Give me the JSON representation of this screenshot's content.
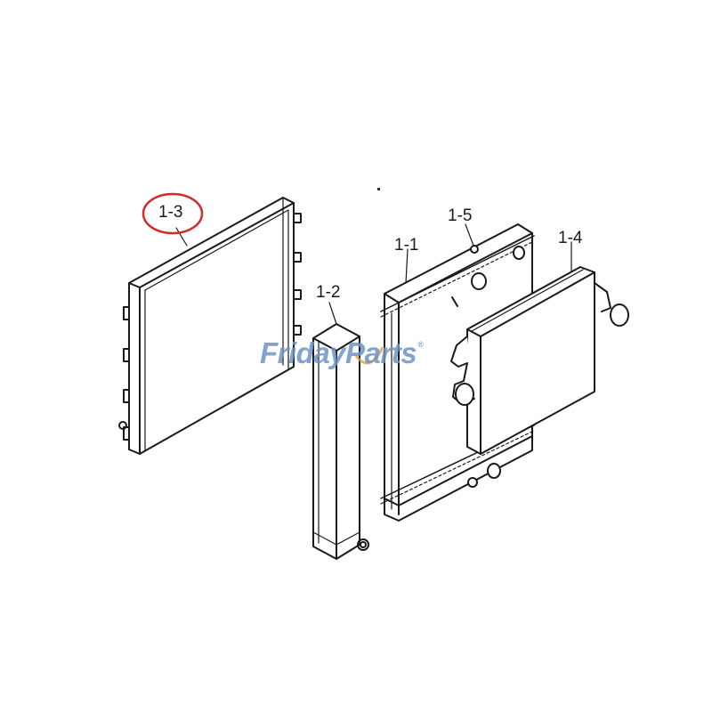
{
  "diagram": {
    "type": "exploded parts diagram",
    "subject": "radiator / cooler assembly",
    "highlight_color": "#d42a2a",
    "line_color": "#1a1a1a",
    "highlighted_part": "1-3"
  },
  "parts": [
    {
      "id": "1-1",
      "label": "1-1",
      "description": "radiator core"
    },
    {
      "id": "1-2",
      "label": "1-2",
      "description": "narrow vertical cooler"
    },
    {
      "id": "1-3",
      "label": "1-3",
      "description": "flat condenser panel",
      "circled": true
    },
    {
      "id": "1-4",
      "label": "1-4",
      "description": "intercooler"
    },
    {
      "id": "1-5",
      "label": "1-5",
      "description": "radiator cap fitting"
    }
  ],
  "watermark": {
    "text": "FridayParts",
    "registered": "®",
    "color": "#6f93c4",
    "accent_color": "#e0a040"
  }
}
